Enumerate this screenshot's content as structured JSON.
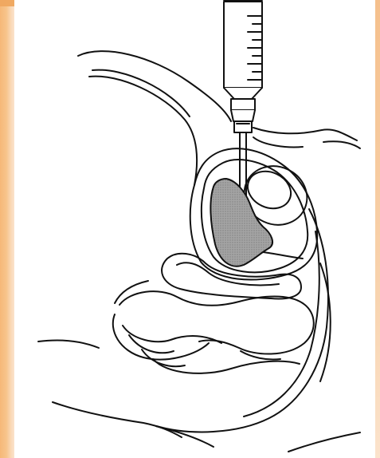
{
  "figure": {
    "title": "",
    "colors": {
      "frame_accent": "#f6b878",
      "frame_light": "#fbe3cc",
      "canvas": "#ffffff",
      "outline": "#111111",
      "cyst_fill": "#9a9a9a"
    },
    "parts": [
      "syringe",
      "needle",
      "body-wall",
      "ovary",
      "cyst",
      "uterus",
      "bowel-loops",
      "pelvic-floor"
    ]
  }
}
